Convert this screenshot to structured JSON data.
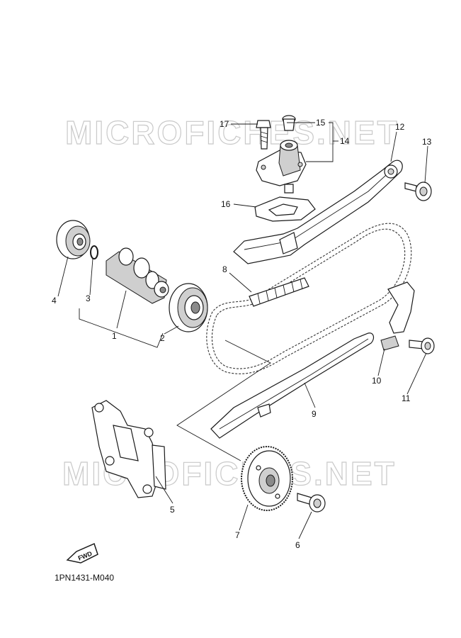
{
  "watermark": {
    "text_top": "MICROFICHES.NET",
    "text_bottom": "MICROFICHES.NET"
  },
  "fwd_label": "FWD",
  "diagram_code": "1PN1431-M040",
  "callouts": {
    "c1": "1",
    "c2": "2",
    "c3": "3",
    "c4": "4",
    "c5": "5",
    "c6": "6",
    "c7": "7",
    "c8": "8",
    "c9": "9",
    "c10": "10",
    "c11": "11",
    "c12": "12",
    "c13": "13",
    "c14": "14",
    "c15": "15",
    "c16": "16",
    "c17": "17"
  }
}
